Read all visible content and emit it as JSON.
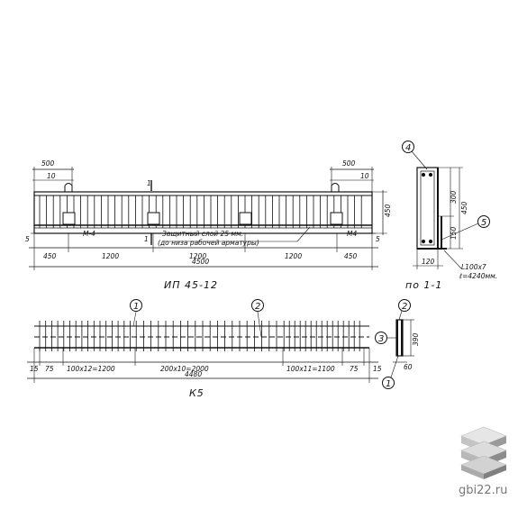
{
  "beam": {
    "dims_top": [
      "500",
      "10",
      "500",
      "10"
    ],
    "dims_bottom": [
      "450",
      "1200",
      "1200",
      "1200",
      "450",
      "4500"
    ],
    "side_dim": "450",
    "left_mark": "5",
    "right_mark": "5",
    "section_mark_top": "1",
    "section_mark_bottom": "1",
    "insert_left": "М-4",
    "insert_right": "М4",
    "note_line1": "Защитный слой 25 мм.",
    "note_line2": "(до низа рабочей арматуры)",
    "title": "ИП 45-12"
  },
  "section": {
    "callout_top": "4",
    "callout_right": "5",
    "dim_outer": "450",
    "dim_inner": "300",
    "dim_low": "150",
    "dim_width": "120",
    "angle_label": "L100x7",
    "length_label": "ℓ=4240мм.",
    "title": "по 1-1"
  },
  "cage": {
    "callout_1": "1",
    "callout_2": "2",
    "dims": [
      "15",
      "75",
      "100x12=1200",
      "200x10=2000",
      "100x11=1100",
      "75",
      "15"
    ],
    "total": "4480",
    "title": "К5",
    "side_callout_top": "2",
    "side_callout_mid": "3",
    "side_callout_bottom": "1",
    "side_dim_height": "390",
    "side_dim_width": "60"
  },
  "brand": {
    "text": "gbi22.ru"
  }
}
